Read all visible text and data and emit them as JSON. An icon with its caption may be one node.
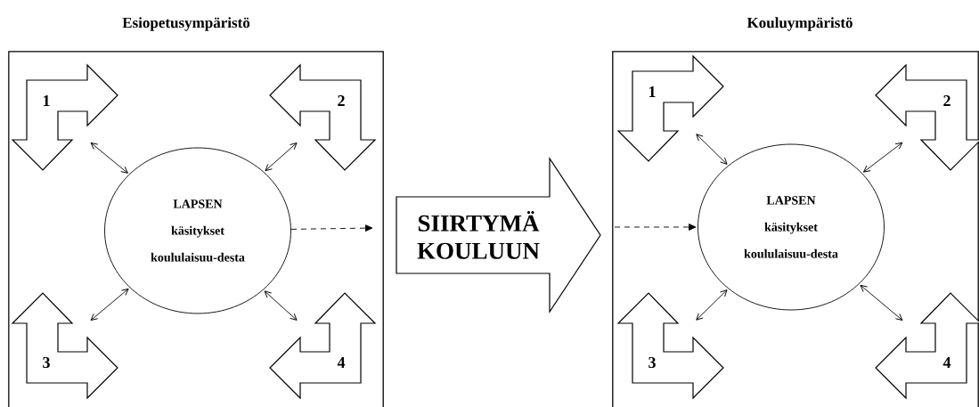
{
  "diagram": {
    "nodes": [
      {
        "text": [
          "Esiopetusympäristö"
        ]
      },
      {
        "text": [
          "LAPSEN käsitykset koululaisuu-desta"
        ],
        "in": 0
      },
      {
        "text": [
          "1"
        ],
        "in": 0
      },
      {
        "text": [
          "2"
        ],
        "in": 0
      },
      {
        "text": [
          "3"
        ],
        "in": 0
      },
      {
        "text": [
          "4"
        ],
        "in": 0
      },
      {
        "text": [
          "SIIRTYMÄ KOULUUN"
        ]
      },
      {
        "text": [
          "Kouluympäristö"
        ]
      },
      {
        "text": [
          "LAPSEN käsitykset koululaisuu-desta"
        ],
        "in": 7
      },
      {
        "text": [
          "1"
        ],
        "in": 7
      },
      {
        "text": [
          "2"
        ],
        "in": 7
      },
      {
        "text": [
          "3"
        ],
        "in": 7
      },
      {
        "text": [
          "4"
        ],
        "in": 7
      }
    ],
    "edges": [
      {
        "from": 2,
        "to": 1,
        "arrow": "both"
      },
      {
        "from": 3,
        "to": 1,
        "arrow": "both"
      },
      {
        "from": 4,
        "to": 1,
        "arrow": "both"
      },
      {
        "from": 5,
        "to": 1,
        "arrow": "both"
      },
      {
        "from": 1,
        "to": null,
        "arrow": "to",
        "style": "dashed"
      },
      {
        "from": null,
        "to": 8,
        "arrow": "to",
        "style": "dashed"
      },
      {
        "from": 9,
        "to": 8,
        "arrow": "both"
      },
      {
        "from": 10,
        "to": 8,
        "arrow": "both"
      },
      {
        "from": 11,
        "to": 8,
        "arrow": "both"
      },
      {
        "from": 12,
        "to": 8,
        "arrow": "both"
      }
    ]
  }
}
